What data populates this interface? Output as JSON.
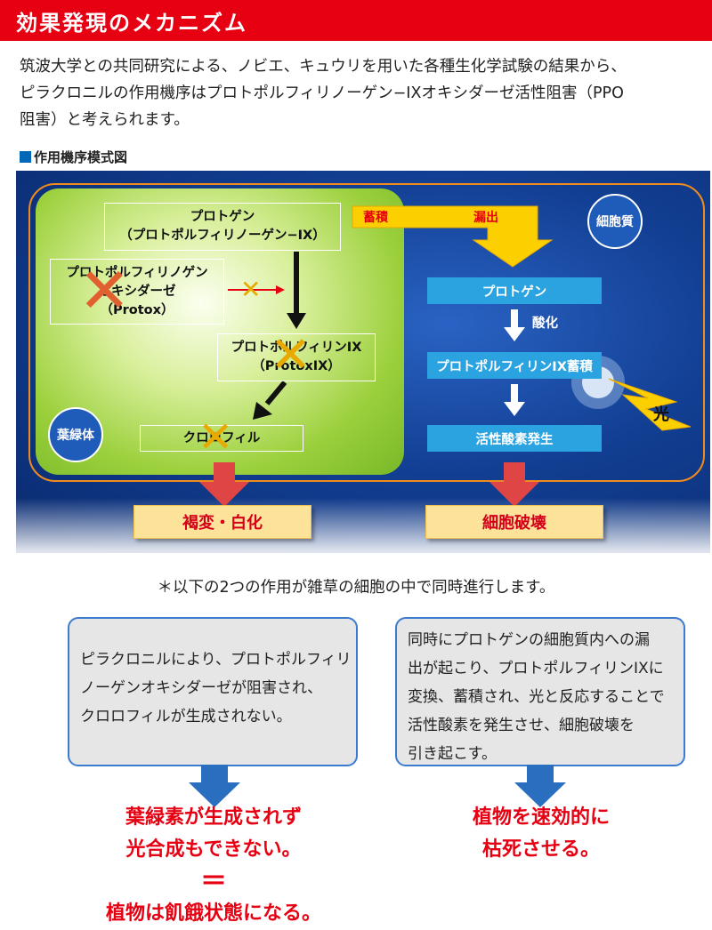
{
  "header": {
    "title": "効果発現のメカニズム"
  },
  "intro": {
    "line1": "筑波大学との共同研究による、ノビエ、キュウリを用いた各種生化学試験の結果から、",
    "line2": "ピラクロニルの作用機序はプロトポルフィリノーゲン−IXオキシダーゼ活性阻害（PPO",
    "line3": "阻害）と考えられます。"
  },
  "section": {
    "title": "作用機序模式図"
  },
  "diagram": {
    "chloroplast": {
      "badge": "葉緑体",
      "protogen": {
        "line1": "プロトゲン",
        "line2": "（プロトポルフィリノーゲン−IX）"
      },
      "protox": {
        "line1": "プロトポルフィリノゲン",
        "line2": "オキシダーゼ",
        "line3": "（Protox）"
      },
      "protoIX": {
        "line1": "プロトポルフィリンIX",
        "line2": "（ProtoxIX）"
      },
      "chlorophyll": "クロロフィル"
    },
    "cytoplasm": {
      "badge": "細胞質",
      "accumulate": "蓄積",
      "leak": "漏出",
      "protogen": "プロトゲン",
      "oxidation": "酸化",
      "protoIX_accum": "プロトポルフィリンIX蓄積",
      "ros": "活性酸素発生",
      "light": "光"
    },
    "outcome_left": "褐変・白化",
    "outcome_right": "細胞破壊"
  },
  "note": "＊以下の2つの作用が雑草の細胞の中で同時進行します。",
  "panels": {
    "left": {
      "line1": "ピラクロニルにより、プロトポルフィリ",
      "line2": "ノーゲンオキシダーゼが阻害され、",
      "line3": "クロロフィルが生成されない。"
    },
    "right": {
      "line1": "同時にプロトゲンの細胞質内への漏",
      "line2": "出が起こり、プロトポルフィリンIXに",
      "line3": "変換、蓄積され、光と反応することで",
      "line4": "活性酸素を発生させ、細胞破壊を",
      "line5": "引き起こす。"
    }
  },
  "results": {
    "left": {
      "line1": "葉緑素が生成されず",
      "line2": "光合成もできない。",
      "equals": "＝",
      "line3": "植物は飢餓状態になる。"
    },
    "right": {
      "line1": "植物を速効的に",
      "line2": "枯死させる。"
    }
  },
  "colors": {
    "header": "#e60012",
    "accent_blue": "#0068b7",
    "orange_border": "#f08c1e",
    "result_red": "#e60012"
  }
}
